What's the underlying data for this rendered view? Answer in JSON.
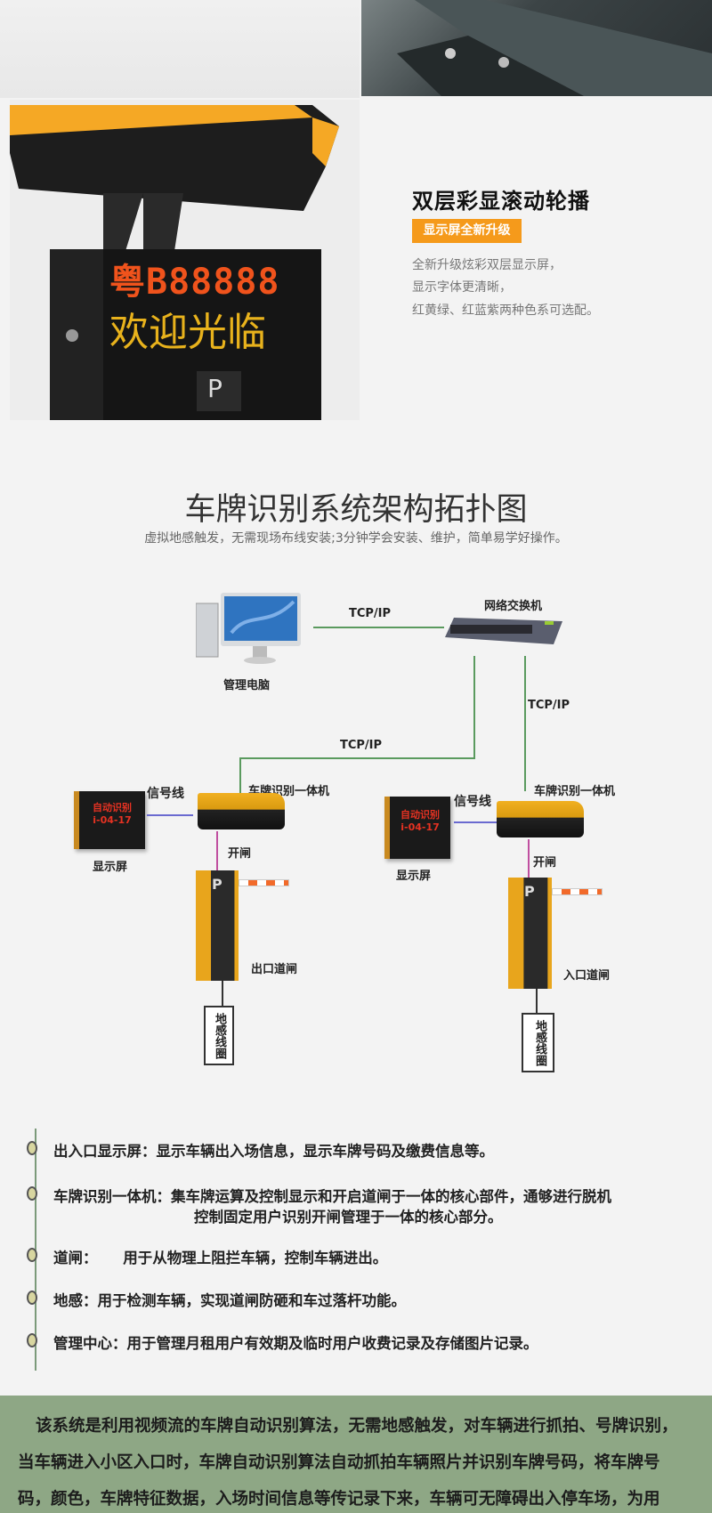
{
  "product_photo": {
    "led_line1": "粤B88888",
    "led_line2": "欢迎光临",
    "parking_sign": "P"
  },
  "feature": {
    "title": "双层彩显滚动轮播",
    "badge": "显示屏全新升级",
    "lines": [
      "全新升级炫彩双层显示屏，",
      "显示字体更清晰，",
      "红黄绿、红蓝紫两种色系可选配。"
    ]
  },
  "diagram": {
    "title": "车牌识别系统架构拓扑图",
    "subtitle": "虚拟地感触发，无需现场布线安装;3分钟学会安装、维护，简单易学好操作。",
    "pc_label": "管理电脑",
    "switch_label": "网络交换机",
    "link_pc_switch": "TCP/IP",
    "link_switch_right": "TCP/IP",
    "link_switch_left": "TCP/IP",
    "left": {
      "camera_label": "车牌识别一体机",
      "signal_label": "信号线",
      "display_label": "显示屏",
      "open_label": "开闸",
      "barrier_label": "出口道闸",
      "loop_label": "地感线圈",
      "led1": "自动识别",
      "led2": "i-04-17"
    },
    "right": {
      "camera_label": "车牌识别一体机",
      "signal_label": "信号线",
      "display_label": "显示屏",
      "open_label": "开闸",
      "barrier_label": "入口道闸",
      "loop_label": "地感线圈",
      "led1": "自动识别",
      "led2": "i-04-17"
    },
    "barrier_sign": "P"
  },
  "components": [
    {
      "text": "出入口显示屏：显示车辆出入场信息，显示车牌号码及缴费信息等。"
    },
    {
      "text": "车牌识别一体机：集车牌运算及控制显示和开启道闸于一体的核心部件，通够进行脱机",
      "cont": "控制固定用户识别开闸管理于一体的核心部分。"
    },
    {
      "text": "道闸：     用于从物理上阻拦车辆，控制车辆进出。"
    },
    {
      "text": "地感：用于检测车辆，实现道闸防砸和车过落杆功能。"
    },
    {
      "text": "管理中心：用于管理月租用户有效期及临时用户收费记录及存储图片记录。"
    }
  ],
  "summary": {
    "lines": [
      "该系统是利用视频流的车牌自动识别算法，无需地感触发，对车辆进行抓拍、号牌识别，",
      "当车辆进入小区入口时，车牌自动识别算法自动抓拍车辆照片并识别车牌号码，将车牌号",
      "码，颜色，车牌特征数据，入场时间信息等传记录下来，车辆可无障碍出入停车场，为用"
    ]
  },
  "colors": {
    "accent": "#f59a1b",
    "green_panel": "#8ea785",
    "link_line": "#5a9a5e"
  }
}
